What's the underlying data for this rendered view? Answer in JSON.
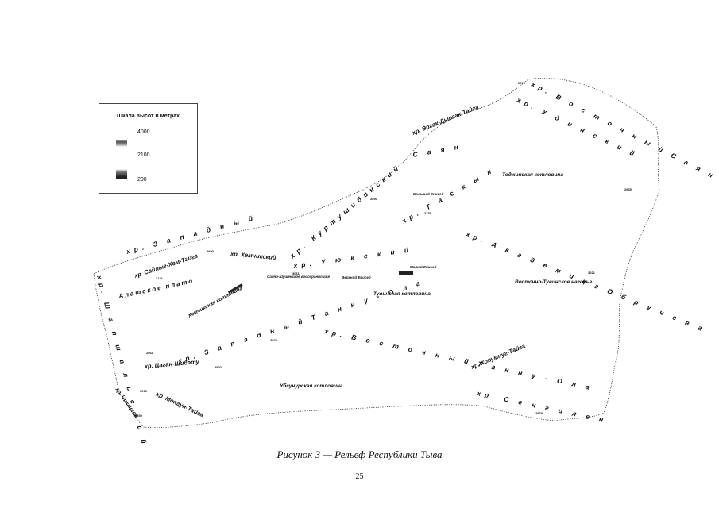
{
  "legend": {
    "title": "Шкала высот в метрах",
    "ticks": [
      "4000",
      "2100",
      "200"
    ]
  },
  "ridges": {
    "west_sayan": "хр.      З а п а д н ы й",
    "sayan_word": "С а я н",
    "east_sayan": "хр. В о с т о ч н ы й   С а я н",
    "udinsky": "хр. У д и н с к и й",
    "ergak": "хр. Эргак-Дыргак-Тайга",
    "kurtushib": "хр. Куртушибинский",
    "taskyl": "хр. Т а с к ы л",
    "uyuk": "хр. У ю к с к и й",
    "khemchik": "хр. Хемчикский",
    "sayly": "хр. Сайлыг-Хем-Тайга",
    "obrucheva": "хр. А к а д е м и к а   О б р у ч е в а",
    "shapshal": "хр. Ш а п ш а л ь с к и й",
    "tsagan": "хр. Цаган-Шибэту",
    "west_tannu": "хр. З а п а д н ы й   Т а н н у - О л а",
    "east_tannu": "хр. В о с т о ч н ы й   Т а н н у - О л а",
    "khorumnug": "хр. Хорумнуг-Тайга",
    "sengilen": "хр. С е н г и л е н",
    "mongun": "хр. Монгун-Тайга",
    "chikhachev": "хр. Чихачева"
  },
  "places": {
    "todzha": "Тоджинская котловина",
    "east_tuva_upland": "Восточно-Тувинское нагорье",
    "tuva_basin": "Тувинская котловина",
    "khemchik_basin": "Хемчикская котловина",
    "ubsunur": "Убсунурская котловина",
    "alash": "Алашское плато",
    "sayan_shush": "Саяно-Шушенское водохранилище",
    "verkhniy": "Верхний Енисей",
    "malyi": "Малый Енисей",
    "bolshoi": "Большой Енисей"
  },
  "peaks": [
    "2976",
    "2665",
    "2890",
    "2735",
    "3121",
    "2600",
    "3061",
    "3021",
    "3970",
    "2902",
    "2861",
    "2879",
    "3076",
    "2930"
  ],
  "caption": "Рисунок 3 — Рельеф Республики Тыва",
  "page_number": "25"
}
